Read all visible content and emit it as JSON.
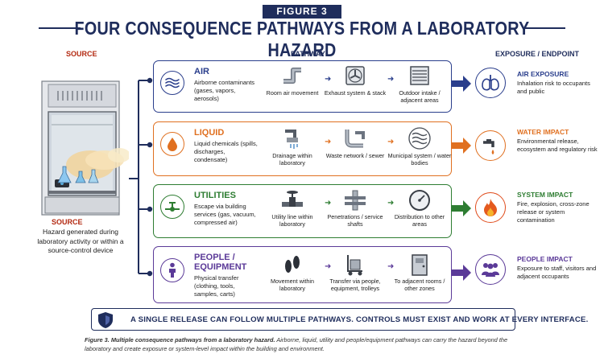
{
  "figure_label": "FIGURE 3",
  "title": "FOUR CONSEQUENCE PATHWAYS FROM A LABORATORY HAZARD",
  "columns": {
    "source": "SOURCE",
    "pathway": "PATHWAY",
    "exposure": "EXPOSURE / ENDPOINT"
  },
  "source": {
    "title": "SOURCE",
    "description": "Hazard generated during laboratory activity or within a source-control device"
  },
  "pathways": [
    {
      "title": "AIR",
      "description": "Airborne contaminants (gases, vapors, aerosols)",
      "color": "#2a3e8c",
      "steps": [
        "Room air movement",
        "Exhaust system & stack",
        "Outdoor intake / adjacent areas"
      ],
      "exposure_title": "AIR EXPOSURE",
      "exposure_desc": "Inhalation risk to occupants and public"
    },
    {
      "title": "LIQUID",
      "description": "Liquid chemicals (spills, discharges, condensate)",
      "color": "#e07020",
      "steps": [
        "Drainage within laboratory",
        "Waste network / sewer",
        "Municipal system / water bodies"
      ],
      "exposure_title": "WATER IMPACT",
      "exposure_desc": "Environmental release, ecosystem and regulatory risk"
    },
    {
      "title": "UTILITIES",
      "description": "Escape via building services (gas, vacuum, compressed air)",
      "color": "#2e7d32",
      "steps": [
        "Utility line within laboratory",
        "Penetrations / service shafts",
        "Distribution to other areas"
      ],
      "exposure_title": "SYSTEM IMPACT",
      "exposure_desc": "Fire, explosion, cross-zone release or system contamination"
    },
    {
      "title": "PEOPLE / EQUIPMENT",
      "description": "Physical transfer (clothing, tools, samples, carts)",
      "color": "#5b3a98",
      "steps": [
        "Movement within laboratory",
        "Transfer via people, equipment, trolleys",
        "To adjacent rooms / other zones"
      ],
      "exposure_title": "PEOPLE IMPACT",
      "exposure_desc": "Exposure to staff, visitors and adjacent occupants"
    }
  ],
  "banner": "A SINGLE RELEASE CAN FOLLOW MULTIPLE PATHWAYS.  CONTROLS MUST EXIST AND WORK AT EVERY INTERFACE.",
  "caption": {
    "lead": "Figure 3.  Multiple consequence pathways from a laboratory hazard.",
    "body": "  Airborne, liquid, utility and people/equipment pathways can carry the hazard beyond the laboratory and create exposure or system-level impact within the building and environment."
  }
}
